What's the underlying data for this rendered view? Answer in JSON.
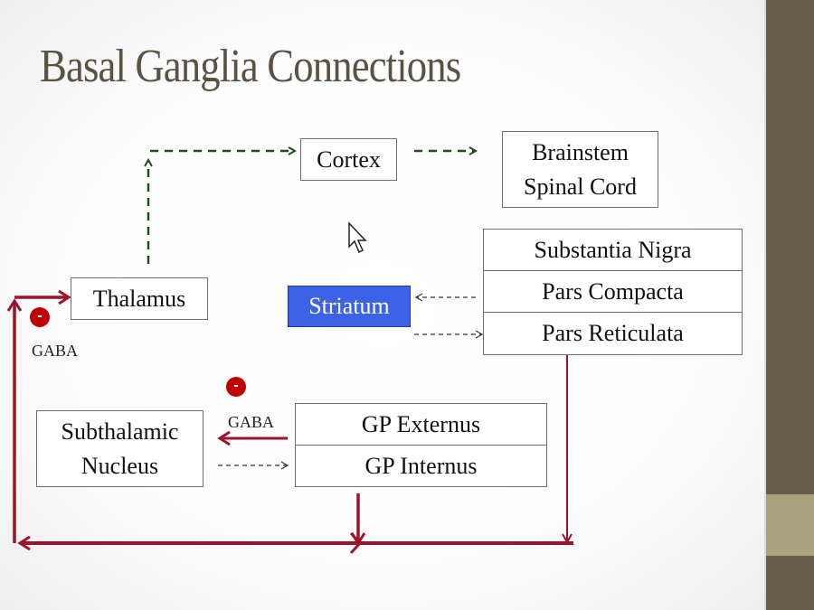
{
  "slide": {
    "title": "Basal Ganglia Connections",
    "nodes": {
      "cortex": "Cortex",
      "brainstem": [
        "Brainstem",
        "Spinal Cord"
      ],
      "substantia_nigra": [
        "Substantia Nigra",
        "Pars Compacta",
        "Pars Reticulata"
      ],
      "thalamus": "Thalamus",
      "striatum": "Striatum",
      "subthalamic": [
        "Subthalamic",
        "Nucleus"
      ],
      "globus_pallidus": [
        "GP Externus",
        "GP Internus"
      ]
    },
    "labels": {
      "gaba_left": "GABA",
      "gaba_mid": "GABA",
      "inhibit_symbol": "-"
    }
  },
  "colors": {
    "title": "#5a5242",
    "inhibitory": "#a0122a",
    "excitatory": "#1e4d1e",
    "highlight": "#3c62e8",
    "sidebar": "#675e4c",
    "sidebar_accent": "#a8a37f"
  }
}
